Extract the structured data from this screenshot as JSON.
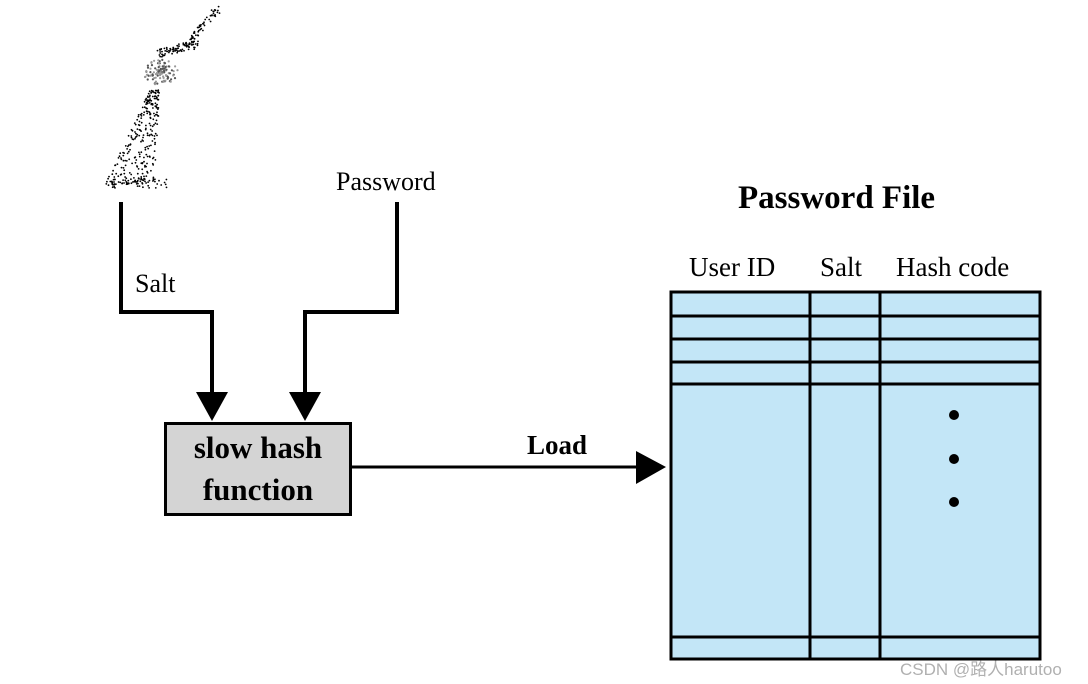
{
  "labels": {
    "password": "Password",
    "salt": "Salt",
    "load": "Load",
    "file_title": "Password File"
  },
  "hash_box": {
    "label_line1": "slow hash",
    "label_line2": "function"
  },
  "table": {
    "columns": [
      "User ID",
      "Salt",
      "Hash code"
    ],
    "ellipsis": "•"
  },
  "watermark": "CSDN @路人harutoo",
  "colors": {
    "table_fill": "#c3e6f7",
    "box_fill": "#d4d4d4",
    "line": "#000000"
  },
  "icons": [
    "salt-shaker-icon"
  ]
}
